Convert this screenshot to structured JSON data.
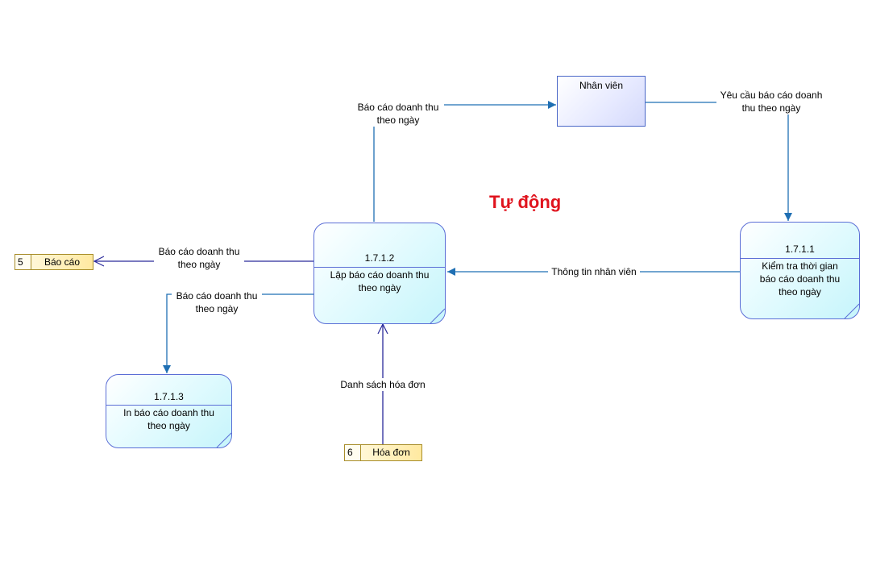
{
  "title": "Tự động",
  "entities": {
    "nhan_vien": "Nhân viên"
  },
  "processes": {
    "p1711": {
      "id": "1.7.1.1",
      "name_lines": [
        "Kiểm tra thời gian",
        "báo cáo doanh thu",
        "theo ngày"
      ]
    },
    "p1712": {
      "id": "1.7.1.2",
      "name_lines": [
        "Lập báo cáo doanh thu",
        "theo ngày"
      ]
    },
    "p1713": {
      "id": "1.7.1.3",
      "name_lines": [
        "In báo cáo doanh thu",
        "theo ngày"
      ]
    }
  },
  "stores": {
    "s5": {
      "num": "5",
      "name": "Báo cáo"
    },
    "s6": {
      "num": "6",
      "name": "Hóa đơn"
    }
  },
  "flows": {
    "to_nhan_vien": [
      "Báo cáo doanh thu",
      "theo ngày"
    ],
    "yeu_cau": [
      "Yêu cầu báo cáo doanh",
      "thu theo ngày"
    ],
    "thong_tin": "Thông tin nhân viên",
    "to_bao_cao": [
      "Báo cáo doanh thu",
      "theo ngày"
    ],
    "to_in": [
      "Báo cáo doanh thu",
      "theo ngày"
    ],
    "danh_sach": "Danh sách hóa đơn"
  },
  "colors": {
    "flow_line": "#1f6fb3",
    "arrow_dark": "#2a2a9a",
    "title": "#e0141e"
  }
}
